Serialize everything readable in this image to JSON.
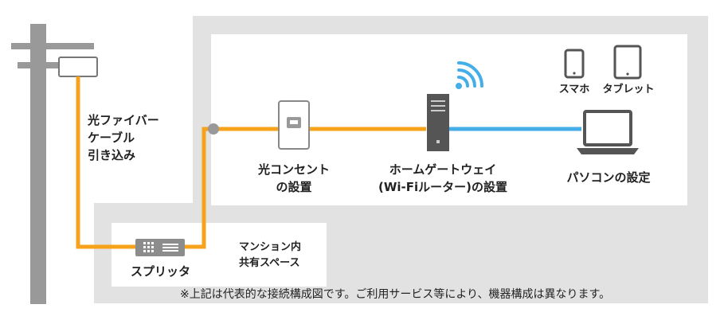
{
  "labels": {
    "fiber_line1": "光ファイバー",
    "fiber_line2": "ケーブル",
    "fiber_line3": "引き込み",
    "outlet_line1": "光コンセント",
    "outlet_line2": "の設置",
    "gateway_line1": "ホームゲートウェイ",
    "gateway_line2": "(Wi-Fiルーター)の設置",
    "pc": "パソコンの設定",
    "smartphone": "スマホ",
    "tablet": "タブレット",
    "splitter": "スプリッタ",
    "shared_line1": "マンション内",
    "shared_line2": "共有スペース"
  },
  "note": "※上記は代表的な接続構成図です。ご利用サービス等により、機器構成は異なります。",
  "colors": {
    "fiber": "#f7a21b",
    "lan": "#45aee8",
    "building": "#e2e2e2",
    "room": "#ffffff",
    "pole": "#999999",
    "wifi": "#45aee8",
    "device": "#555555"
  },
  "icons": [
    "utility-pole-icon",
    "optical-outlet-icon",
    "gateway-icon",
    "wifi-icon",
    "laptop-icon",
    "smartphone-icon",
    "tablet-icon",
    "splitter-icon"
  ]
}
